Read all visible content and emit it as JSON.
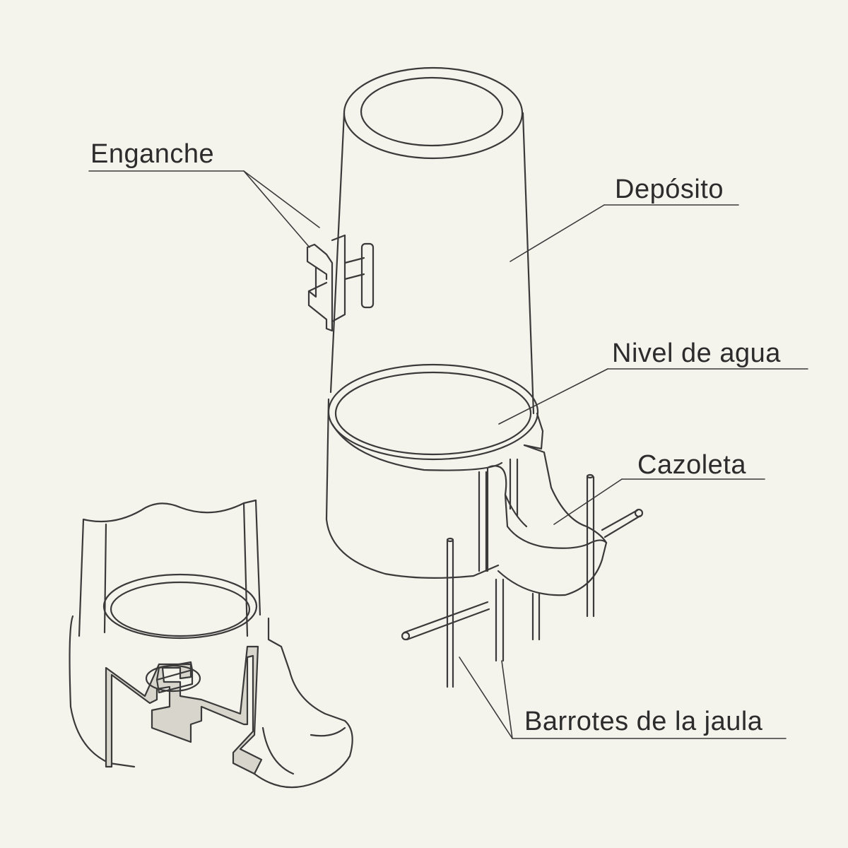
{
  "colors": {
    "background": "#f4f3ec",
    "stroke": "#3a3a3a",
    "text": "#2c2c2c",
    "section_fill": "#d8d6cc"
  },
  "labels": {
    "hook": "Enganche",
    "reservoir": "Depósito",
    "water_level": "Nivel de agua",
    "dish": "Cazoleta",
    "cage_bars": "Barrotes de la jaula"
  }
}
